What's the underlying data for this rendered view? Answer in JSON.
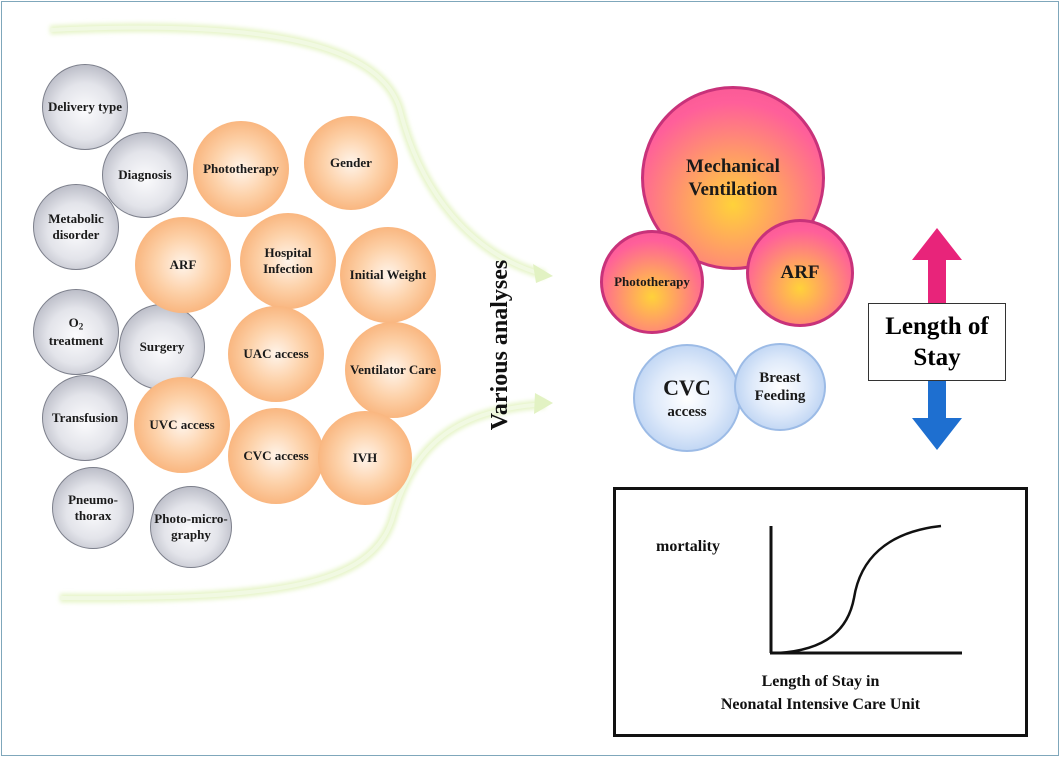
{
  "gray_nodes": [
    {
      "label": "Delivery type"
    },
    {
      "label": "Diagnosis"
    },
    {
      "label": "Metabolic disorder"
    },
    {
      "label": "O",
      "sub": "2",
      "label2": "treatment"
    },
    {
      "label": "Surgery"
    },
    {
      "label": "Transfusion"
    },
    {
      "label": "Pneumo-thorax"
    },
    {
      "label": "Photo-micro-graphy"
    }
  ],
  "orange_nodes": [
    {
      "label": "Phototherapy"
    },
    {
      "label": "Gender"
    },
    {
      "label": "ARF"
    },
    {
      "label": "Hospital Infection"
    },
    {
      "label": "Initial Weight"
    },
    {
      "label": "UAC access"
    },
    {
      "label": "Ventilator Care"
    },
    {
      "label": "UVC access"
    },
    {
      "label": "CVC access"
    },
    {
      "label": "IVH"
    }
  ],
  "arrow_label": "Various analyses",
  "result_nodes": {
    "mechanical": "Mechanical Ventilation",
    "phototherapy": "Phototherapy",
    "arf": "ARF",
    "cvc_main": "CVC",
    "cvc_sub": "access",
    "breast": "Breast Feeding"
  },
  "los_box": {
    "line1": "Length of",
    "line2": "Stay"
  },
  "arrow_colors": {
    "up": "#e8247a",
    "down": "#1e6fd0"
  },
  "chart": {
    "ylabel": "mortality",
    "xlabel_line1": "Length of Stay in",
    "xlabel_line2": "Neonatal Intensive Care Unit"
  }
}
